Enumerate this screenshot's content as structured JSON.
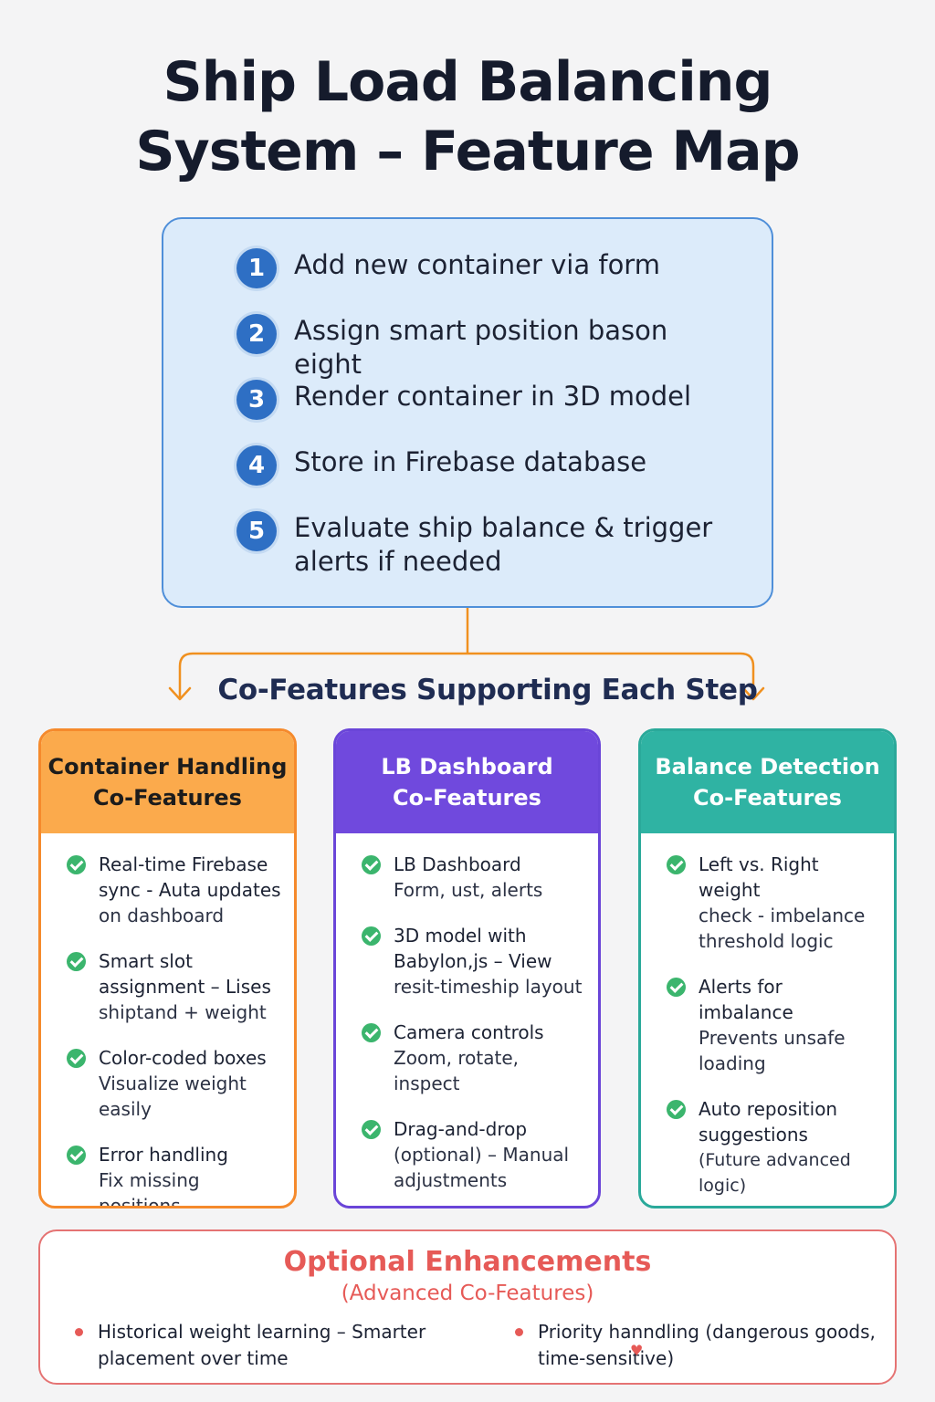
{
  "title": {
    "line1": "Ship Load Balancing",
    "line2": "System – Feature Map"
  },
  "steps": [
    {
      "num": "1",
      "text": "Add new container via form"
    },
    {
      "num": "2",
      "text": "Assign smart position bason eight"
    },
    {
      "num": "3",
      "text": "Render container in 3D model"
    },
    {
      "num": "4",
      "text": "Store in Firebase database"
    },
    {
      "num": "5",
      "text": "Evaluate ship balance & trigger alerts if needed"
    }
  ],
  "cofeatures_title": "Co-Features Supporting Each Step",
  "cards": [
    {
      "line1": "Container Handling",
      "line2": "Co-Features",
      "items": [
        {
          "title": "Real-time Firebase sync - Auta updates",
          "sub": "on dashboard"
        },
        {
          "title": "Smart slot assignment – Lises",
          "sub": "shiptand + weight"
        },
        {
          "title": "Color-coded boxes",
          "sub": "Visualize weight easily"
        },
        {
          "title": "Error handling",
          "sub": "Fix missing positions"
        }
      ]
    },
    {
      "line1": "LB Dashboard",
      "line2": "Co-Features",
      "items": [
        {
          "title": "LB Dashboard",
          "sub": "Form, ust, alerts"
        },
        {
          "title": "3D model with Babylon,js – View",
          "sub": "resit-timeship layout"
        },
        {
          "title": "Camera controls",
          "sub": "Zoom, rotate, inspect"
        },
        {
          "title": "Drag-and-drop",
          "sub": "(optional) – Manual adjustments"
        }
      ]
    },
    {
      "line1": "Balance Detection",
      "line2": "Co-Features",
      "items": [
        {
          "title": "Left vs. Right weight",
          "sub": "check - imbelance threshold logic"
        },
        {
          "title": "Alerts for imbalance",
          "sub": "Prevents unsafe loading"
        },
        {
          "title": "Auto reposition suggestions",
          "sub": "(Future advanced logic)"
        }
      ]
    }
  ],
  "optional": {
    "title": "Optional Enhancements",
    "subtitle": "(Advanced Co-Features)",
    "items": [
      {
        "text": "Historical weight learning – Smarter placement over time"
      },
      {
        "text": "Priority hanndling (dangerous goods, time-sensitive)"
      }
    ]
  },
  "colors": {
    "step_box_bg": "#dcebfa",
    "step_circle": "#2e6fc4",
    "connector": "#f0901f",
    "card_orange": "#fbaa4c",
    "card_purple": "#7049dd",
    "card_teal": "#2fb3a3",
    "check": "#3bb56d",
    "optional_accent": "#e65a57"
  },
  "icons": {
    "check": "check-circle-icon",
    "bullet": "bullet-dot-icon",
    "arrow": "arrow-down-icon"
  }
}
